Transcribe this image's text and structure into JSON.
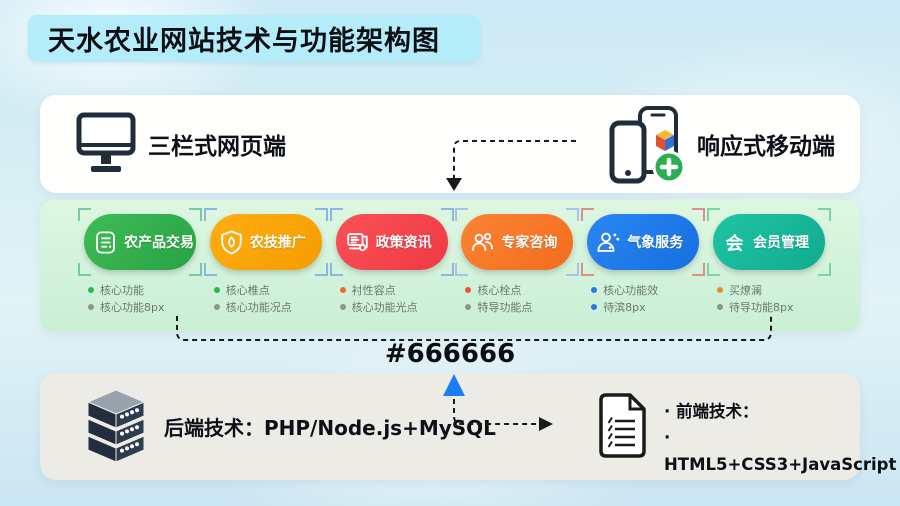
{
  "title": "天水农业网站技术与功能架构图",
  "top_card": {
    "web_label": "三栏式网页端",
    "mobile_label": "响应式移动端"
  },
  "modules": [
    {
      "label": "农产品交易",
      "icon": "clipboard-icon",
      "color_start": "#3fbc55",
      "color_end": "#27a344",
      "bracket_color": "#79c9a2",
      "bullets": [
        {
          "text": "核心功能",
          "dot": "#2db84d"
        },
        {
          "text": "核心功能8px",
          "dot": "#8a968e"
        }
      ]
    },
    {
      "label": "农技推广",
      "icon": "shield-icon",
      "color_start": "#ffae12",
      "color_end": "#f59c00",
      "bracket_color": "#8db7e2",
      "bullets": [
        {
          "text": "核心椎点",
          "dot": "#2db84d"
        },
        {
          "text": "核心功能况点",
          "dot": "#8a968e"
        }
      ]
    },
    {
      "label": "政策资讯",
      "icon": "news-icon",
      "color_start": "#fb5056",
      "color_end": "#ee3a44",
      "bracket_color": "#8db7e2",
      "bullets": [
        {
          "text": "衬性容点",
          "dot": "#f2682c"
        },
        {
          "text": "核心功能光点",
          "dot": "#8a968e"
        }
      ]
    },
    {
      "label": "专家咨询",
      "icon": "experts-icon",
      "color_start": "#fb8334",
      "color_end": "#f26d1d",
      "bracket_color": "#a6c4e6",
      "bullets": [
        {
          "text": "核心栓点",
          "dot": "#f04f3a"
        },
        {
          "text": "特导功能点",
          "dot": "#8a968e"
        }
      ]
    },
    {
      "label": "气象服务",
      "icon": "weather-icon",
      "color_start": "#2b87f2",
      "color_end": "#156fe0",
      "bracket_color": "#e28d8d",
      "bullets": [
        {
          "text": "核心功能效",
          "dot": "#2b78e4"
        },
        {
          "text": "待滨8px",
          "dot": "#2b78e4"
        }
      ]
    },
    {
      "label": "会员管理",
      "icon": "member-icon",
      "color_start": "#1fc4a4",
      "color_end": "#12ab90",
      "bracket_color": "#7bd3a8",
      "bullets": [
        {
          "text": "买燎澜",
          "dot": "#f08a24"
        },
        {
          "text": "待导功能8px",
          "dot": "#8a968e"
        }
      ]
    }
  ],
  "connector_label": "#666666",
  "bottom_card": {
    "backend_label": "后端技术：PHP/Node.js+MySQL",
    "frontend_lines": [
      "· 前端技术：",
      "· HTML5+CSS3+JavaScript"
    ]
  },
  "colors": {
    "accent_blue_arrow": "#1b7ef2",
    "connector_line": "#1a1a1a",
    "title_banner_bg": "#b5ecfa",
    "panel_green_bg": "#d4f3da",
    "bottom_card_bg": "#edebe6",
    "plus_badge_green": "#2aae4f",
    "device_icon_navy": "#1e2c3c"
  }
}
